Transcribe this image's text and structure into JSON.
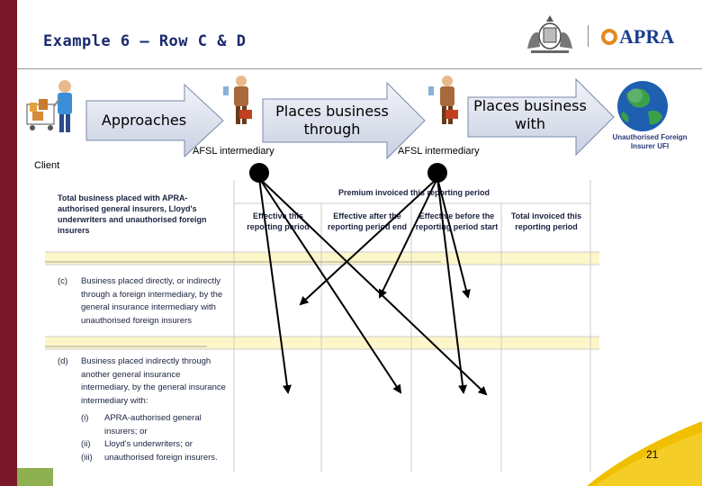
{
  "header": {
    "title": "Example 6 – Row C & D",
    "logo_text": "APRA"
  },
  "flow": {
    "arrow1_label": "Approaches",
    "arrow2_label": "Places business through",
    "arrow3_label": "Places business with",
    "client_label": "Client",
    "intermediary1_label": "AFSL intermediary",
    "intermediary2_label": "AFSL intermediary",
    "insurer_label": "Unauthorised Foreign Insurer UFI"
  },
  "table": {
    "row_header": "Total business placed with APRA-authorised general insurers, Lloyd's underwriters and unauthorised foreign insurers",
    "premium_header": "Premium invoiced this reporting period",
    "columns": [
      "Effective this reporting period",
      "Effective after the reporting period end",
      "Effective before the reporting period start",
      "Total invoiced this reporting period"
    ],
    "row_c_letter": "(c)",
    "row_c_text": "Business placed directly, or indirectly through a foreign intermediary, by the general insurance intermediary with unauthorised foreign insurers",
    "row_d_letter": "(d)",
    "row_d_text": "Business placed indirectly through another general insurance intermediary, by the general insurance intermediary with:",
    "row_d_items": [
      {
        "num": "(i)",
        "text": "APRA-authorised general insurers; or"
      },
      {
        "num": "(ii)",
        "text": "Lloyd's underwriters; or"
      },
      {
        "num": "(iii)",
        "text": "unauthorised foreign insurers."
      }
    ]
  },
  "footer": {
    "page_number": "21"
  },
  "colors": {
    "accent_bar": "#7a1728",
    "highlight_row": "#fdf6c8",
    "arrow_fill": "#d6dcea",
    "footer_gold": "#f0c000"
  }
}
